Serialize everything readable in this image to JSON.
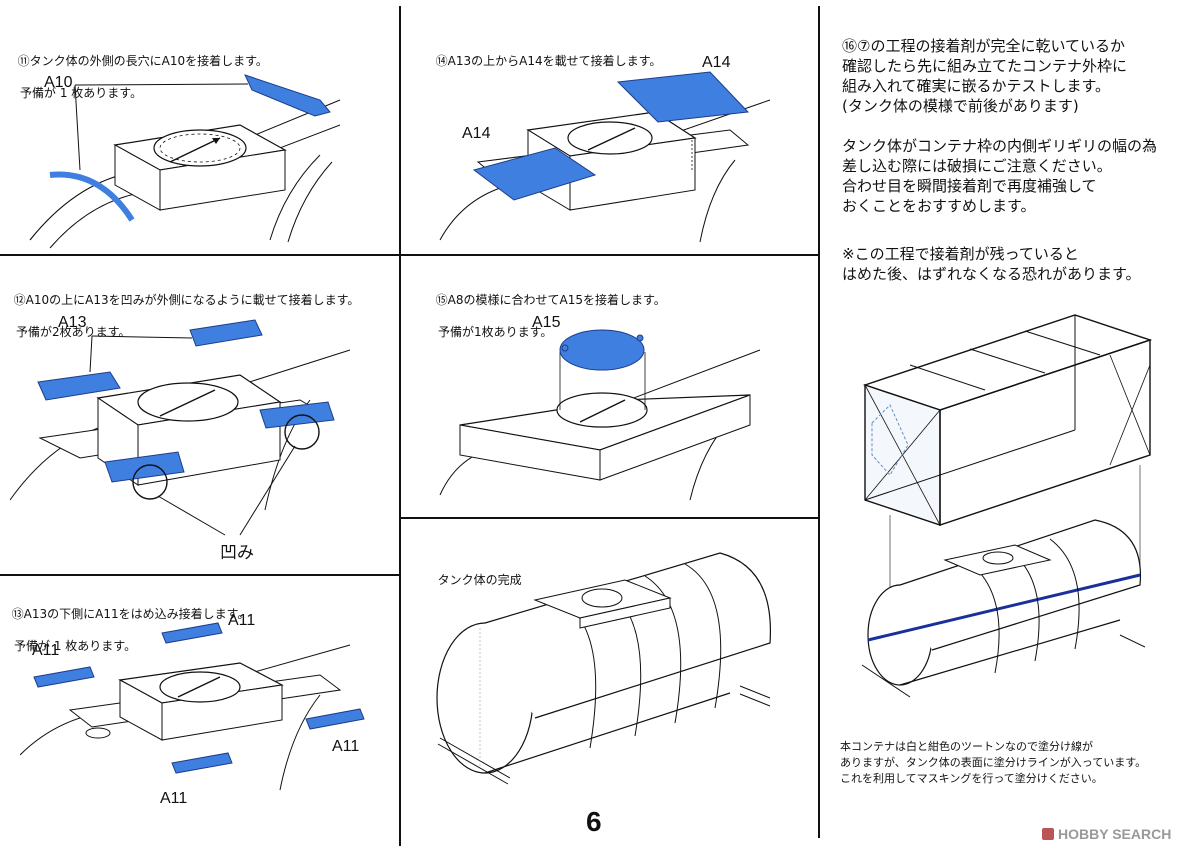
{
  "steps": {
    "s11": {
      "line1": "⑪タンク体の外側の長穴にA10を接着します。",
      "line2": "予備が 1 枚あります。",
      "part_a": "A10"
    },
    "s12": {
      "line1": "⑫A10の上にA13を凹みが外側になるように載せて接着します。",
      "line2": "予備が2枚あります。",
      "part_a": "A13",
      "callout": "凹み"
    },
    "s13": {
      "line1": "⑬A13の下側にA11をはめ込み接着します。",
      "line2": "予備が 1 枚あります。",
      "part_a": "A11",
      "part_b": "A11",
      "part_c": "A11",
      "part_d": "A11"
    },
    "s14": {
      "line1": "⑭A13の上からA14を載せて接着します。",
      "part_a": "A14",
      "part_b": "A14"
    },
    "s15": {
      "line1": "⑮A8の模様に合わせてA15を接着します。",
      "line2": "予備が1枚あります。",
      "part_a": "A15"
    },
    "complete": {
      "line1": "タンク体の完成"
    }
  },
  "notes": {
    "para1": [
      "⑯⑦の工程の接着剤が完全に乾いているか",
      "確認したら先に組み立てたコンテナ外枠に",
      "組み入れて確実に嵌るかテストします。",
      "(タンク体の模様で前後があります)"
    ],
    "para2": [
      "タンク体がコンテナ枠の内側ギリギリの幅の為",
      "差し込む際には破損にご注意ください。",
      "合わせ目を瞬間接着剤で再度補強して",
      "おくことをおすすめします。"
    ],
    "para3": [
      "※この工程で接着剤が残っていると",
      "はめた後、はずれなくなる恐れがあります。"
    ],
    "bottom": [
      "本コンテナは白と紺色のツートンなので塗分け線が",
      "ありますが、タンク体の表面に塗分けラインが入っています。",
      "これを利用してマスキングを行って塗分けください。"
    ]
  },
  "page_number": "6",
  "watermark": "HOBBY SEARCH",
  "colors": {
    "part_blue": "#3f7fe0",
    "stripe_navy": "#1a2f9a",
    "ink": "#111111"
  }
}
